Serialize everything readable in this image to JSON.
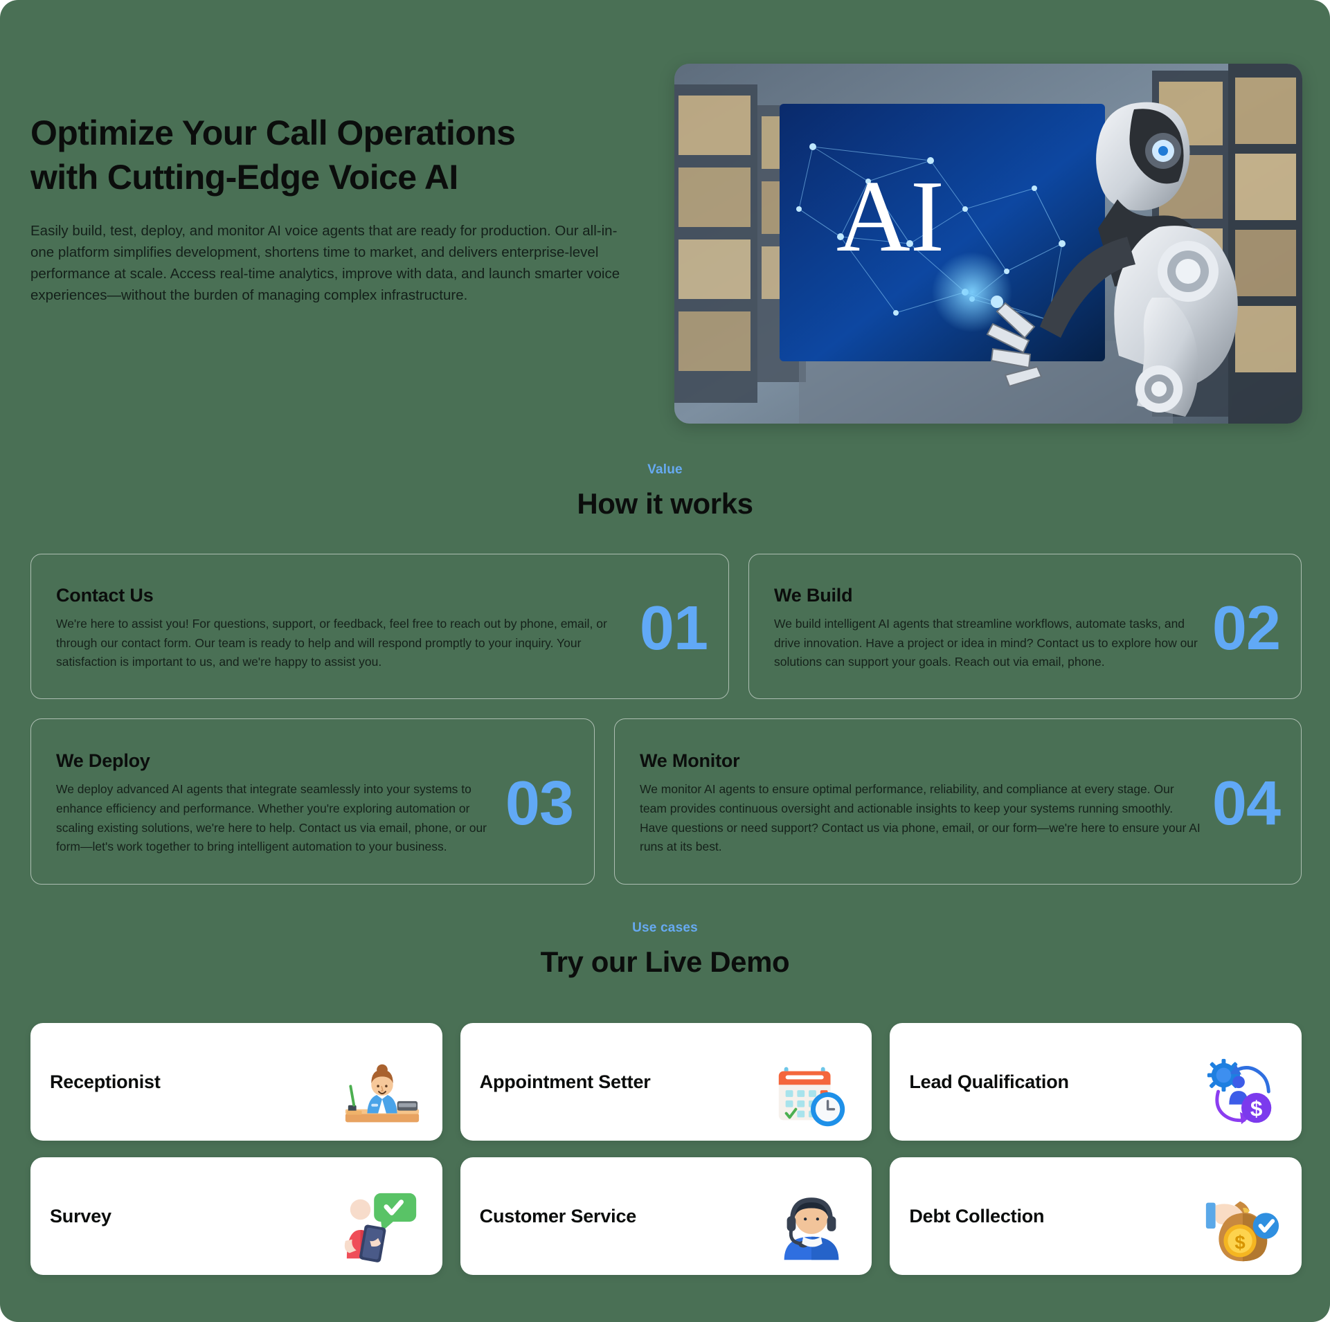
{
  "theme": {
    "background": "#4a7055",
    "accent_blue": "#67aaf2",
    "number_blue": "#61a9f6",
    "card_white": "#ffffff",
    "text_dark": "#0b0d0c"
  },
  "hero": {
    "title_line1": "Optimize Your Call Operations",
    "title_line2": "with Cutting-Edge Voice AI",
    "subtitle": "Easily build, test, deploy, and monitor AI voice agents that are ready for production. Our all-in-one platform simplifies development, shortens time to market, and delivers enterprise-level performance at scale. Access real-time analytics, improve with data, and launch smarter voice experiences—without the burden of managing complex infrastructure.",
    "image_alt": "ai-robot-warehouse-image",
    "image_text": "AI"
  },
  "how_it_works": {
    "eyebrow": "Value",
    "title": "How it works",
    "steps": [
      {
        "number": "01",
        "title": "Contact Us",
        "description": "We're here to assist you! For questions, support, or feedback, feel free to reach out by phone, email, or through our contact form. Our team is ready to help and will respond promptly to your inquiry. Your satisfaction is important to us, and we're happy to assist you."
      },
      {
        "number": "02",
        "title": "We Build",
        "description": "We build intelligent AI agents that streamline workflows, automate tasks, and drive innovation. Have a project or idea in mind? Contact us to explore how our solutions can support your goals. Reach out via email, phone."
      },
      {
        "number": "03",
        "title": "We Deploy",
        "description": "We deploy advanced AI agents that integrate seamlessly into your systems to enhance efficiency and performance. Whether you're exploring automation or scaling existing solutions, we're here to help. Contact us via email, phone, or our form—let's work together to bring intelligent automation to your business."
      },
      {
        "number": "04",
        "title": "We Monitor",
        "description": "We monitor AI agents to ensure optimal performance, reliability, and compliance at every stage. Our team provides continuous oversight and actionable insights to keep your systems running smoothly. Have questions or need support? Contact us via phone, email, or our form—we're here to ensure your AI runs at its best."
      }
    ]
  },
  "use_cases": {
    "eyebrow": "Use cases",
    "title": "Try our Live Demo",
    "cards": [
      {
        "label": "Receptionist",
        "icon": "receptionist-desk-icon"
      },
      {
        "label": "Appointment Setter",
        "icon": "calendar-clock-icon"
      },
      {
        "label": "Lead Qualification",
        "icon": "gear-person-dollar-icon"
      },
      {
        "label": "Survey",
        "icon": "person-tablet-check-icon"
      },
      {
        "label": "Customer Service",
        "icon": "headset-agent-icon"
      },
      {
        "label": "Debt Collection",
        "icon": "hand-money-bag-icon"
      }
    ]
  }
}
